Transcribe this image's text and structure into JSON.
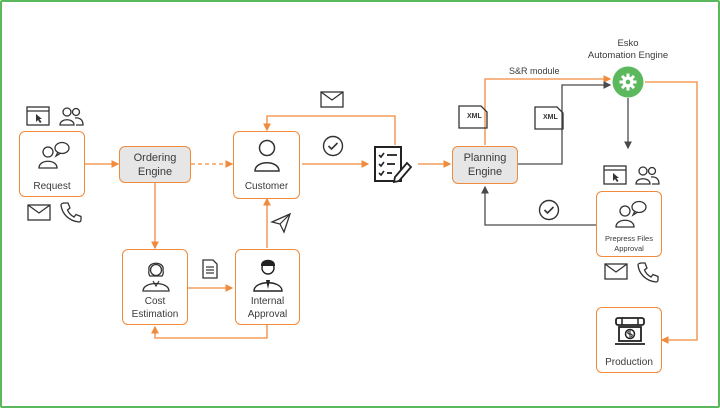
{
  "nodes": {
    "request": "Request",
    "ordering_engine": "Ordering\nEngine",
    "customer": "Customer",
    "cost_estimation": "Cost\nEstimation",
    "internal_approval": "Internal\nApproval",
    "planning_engine": "Planning\nEngine",
    "prepress_files_approval": "Prepress Files\nApproval",
    "production": "Production"
  },
  "labels": {
    "esko_automation_engine": "Esko\nAutomation Engine",
    "sr_module": "S&R module",
    "xml_left": "XML",
    "xml_right": "XML"
  },
  "icons": [
    "browser-cursor-icon",
    "users-icon",
    "person-chat-icon",
    "envelope-icon",
    "phone-icon",
    "document-icon",
    "paper-plane-icon",
    "checkmark-icon",
    "checklist-pen-icon",
    "xml-file-icon",
    "gear-icon",
    "businesswoman-icon",
    "businessman-icon",
    "printing-press-icon"
  ],
  "colors": {
    "flow_orange": "#f08a3c",
    "return_gray": "#4a4a4a",
    "esko_green": "#5cb85c",
    "node_gray": "#e6e6e6",
    "frame_green": "#5cb85c"
  }
}
